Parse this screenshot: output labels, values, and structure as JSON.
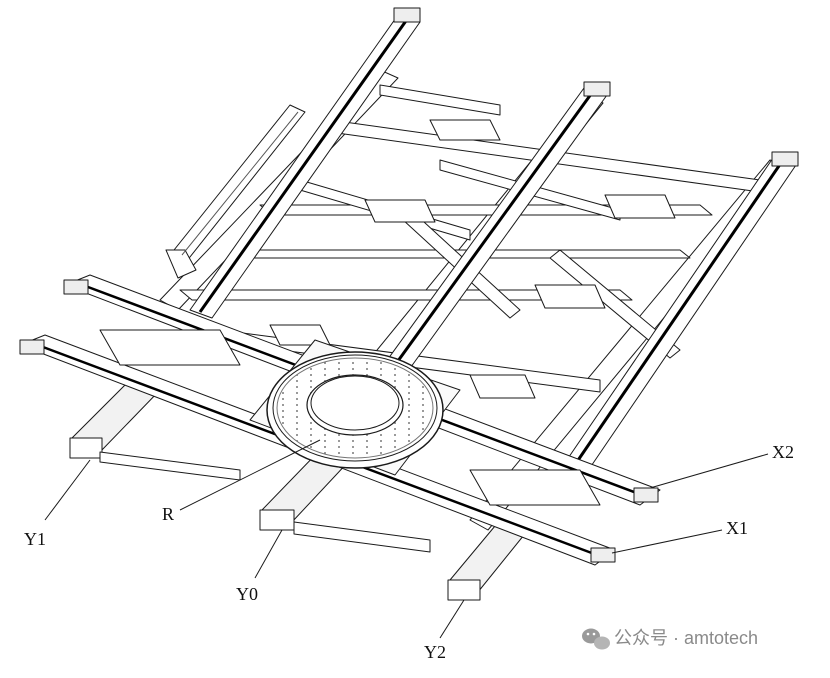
{
  "labels": {
    "x2": "X2",
    "x1": "X1",
    "r": "R",
    "y1": "Y1",
    "y0": "Y0",
    "y2": "Y2"
  },
  "watermark": {
    "text": "公众号 · amtotech",
    "icon": "wechat-icon"
  },
  "colors": {
    "line": "#1a1a1a",
    "fill": "#ffffff",
    "shade": "#d9d9d9",
    "watermark": "#8a8a8a"
  }
}
